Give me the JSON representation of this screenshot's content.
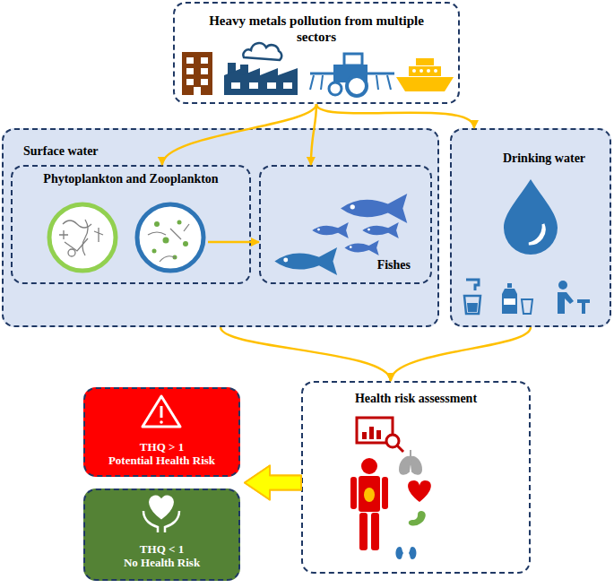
{
  "diagram": {
    "nodes": [
      {
        "text": [
          "Heavy metals pollution from multiple sectors"
        ]
      },
      {
        "text": [
          "Surface water"
        ]
      },
      {
        "text": [
          "Phytoplankton and Zooplankton"
        ],
        "in": 1
      },
      {
        "text": [
          "Fishes"
        ],
        "in": 1
      },
      {
        "text": [
          "Drinking water"
        ]
      },
      {
        "text": [
          "Health risk assessment"
        ]
      },
      {
        "text": [
          "THQ > 1",
          "Potential Health Risk"
        ]
      },
      {
        "text": [
          "THQ < 1",
          "No Health Risk"
        ]
      }
    ],
    "edges": [
      {
        "from": 0,
        "to": 2,
        "arrow": "to"
      },
      {
        "from": 0,
        "to": 3,
        "arrow": "to"
      },
      {
        "from": 0,
        "to": 4,
        "arrow": "to"
      },
      {
        "from": 2,
        "to": 3,
        "arrow": "to"
      },
      {
        "from": 1,
        "to": 5,
        "arrow": "to"
      },
      {
        "from": 4,
        "to": 5,
        "arrow": "to"
      },
      {
        "from": 5,
        "to": 6,
        "arrow": "to"
      },
      {
        "from": 5,
        "to": 7,
        "arrow": "to"
      }
    ]
  }
}
